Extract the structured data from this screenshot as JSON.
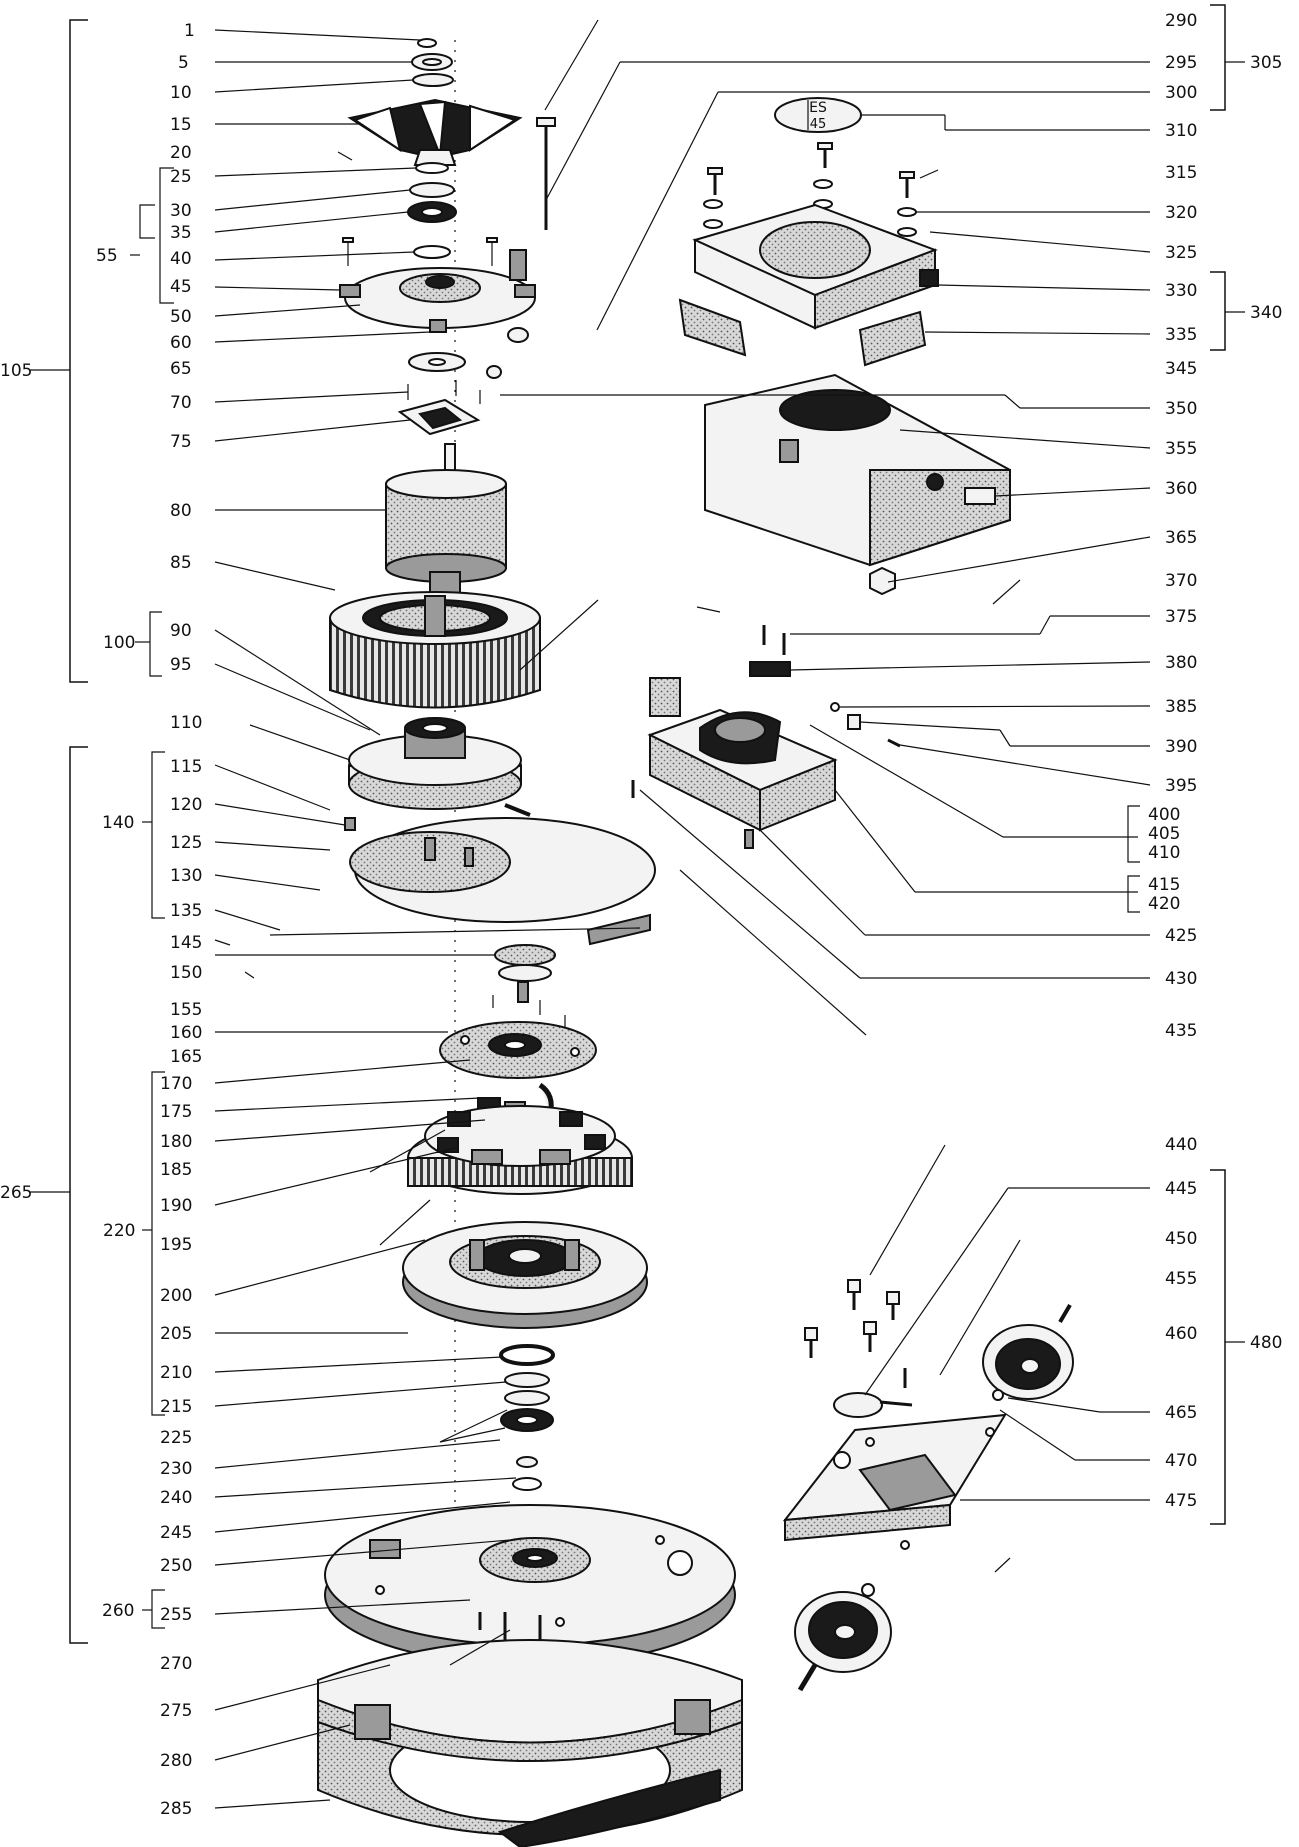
{
  "labels_left": [
    "1",
    "5",
    "10",
    "15",
    "20",
    "25",
    "30",
    "35",
    "40",
    "45",
    "50",
    "60",
    "65",
    "70",
    "75",
    "80",
    "85",
    "90",
    "95",
    "110",
    "115",
    "120",
    "125",
    "130",
    "135",
    "145",
    "150",
    "155",
    "160",
    "165",
    "170",
    "175",
    "180",
    "185",
    "190",
    "195",
    "200",
    "205",
    "210",
    "215",
    "225",
    "230",
    "240",
    "245",
    "250",
    "255",
    "270",
    "275",
    "280",
    "285"
  ],
  "labels_groups_left": [
    "55",
    "105",
    "100",
    "140",
    "220",
    "265",
    "260"
  ],
  "labels_right": [
    "290",
    "295",
    "300",
    "310",
    "315",
    "320",
    "325",
    "330",
    "335",
    "345",
    "350",
    "355",
    "360",
    "365",
    "370",
    "375",
    "380",
    "385",
    "390",
    "395",
    "400",
    "405",
    "410",
    "415",
    "420",
    "425",
    "430",
    "435",
    "440",
    "445",
    "450",
    "455",
    "460",
    "465",
    "470",
    "475"
  ],
  "labels_groups_right": [
    "305",
    "340",
    "480"
  ],
  "plate_text": [
    "ES",
    "45"
  ]
}
